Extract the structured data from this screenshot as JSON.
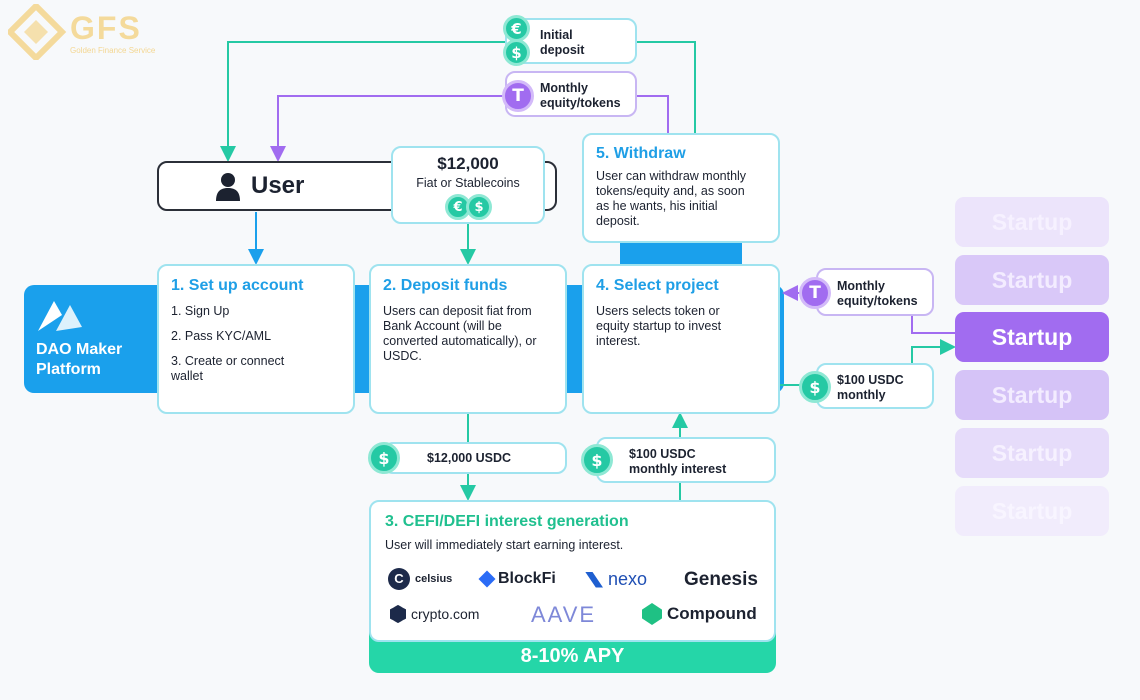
{
  "brand": {
    "name": "GFS",
    "tagline": "Golden Finance Service"
  },
  "dao": {
    "line1": "DAO Maker",
    "line2": "Platform"
  },
  "user": {
    "label": "User"
  },
  "flows": {
    "initial_deposit_1": "Initial",
    "initial_deposit_2": "deposit",
    "monthly_top_1": "Monthly",
    "monthly_top_2": "equity/tokens",
    "monthly_right_1": "Monthly",
    "monthly_right_2": "equity/tokens",
    "usdc_monthly_1": "$100 USDC",
    "usdc_monthly_2": "monthly",
    "usdc_deposit": "$12,000 USDC",
    "usdc_interest_1": "$100 USDC",
    "usdc_interest_2": "monthly interest"
  },
  "deposit_box": {
    "amount": "$12,000",
    "sub": "Fiat or Stablecoins"
  },
  "steps": {
    "s1": {
      "title": "1. Set up account",
      "items": [
        "1. Sign Up",
        "2. Pass KYC/AML",
        "3. Create or connect",
        "wallet"
      ]
    },
    "s2": {
      "title": "2. Deposit funds",
      "lines": [
        "Users can deposit fiat from",
        "Bank Account (will be",
        "converted automatically), or",
        "USDC."
      ]
    },
    "s3": {
      "title": "3. CEFI/DEFI interest generation",
      "text": "User will immediately start earning interest.",
      "apy": "8-10% APY"
    },
    "s4": {
      "title": "4. Select project",
      "lines": [
        "Users selects token or",
        "equity startup to invest",
        "interest."
      ]
    },
    "s5": {
      "title": "5. Withdraw",
      "lines": [
        "User can withdraw monthly",
        "tokens/equity and, as soon",
        "as he wants, his initial",
        "deposit."
      ]
    }
  },
  "partners": [
    "celsius",
    "BlockFi",
    "nexo",
    "Genesis",
    "crypto.com",
    "AAVE",
    "Compound"
  ],
  "startups": [
    "Startup",
    "Startup",
    "Startup",
    "Startup",
    "Startup",
    "Startup"
  ],
  "icons": {
    "euro": "€",
    "dollar": "$",
    "tether": "T"
  },
  "colors": {
    "teal": "#25c9a4",
    "blue": "#1aa0ec",
    "purple": "#a16cf0",
    "brand_gold": "#f2c14e"
  }
}
